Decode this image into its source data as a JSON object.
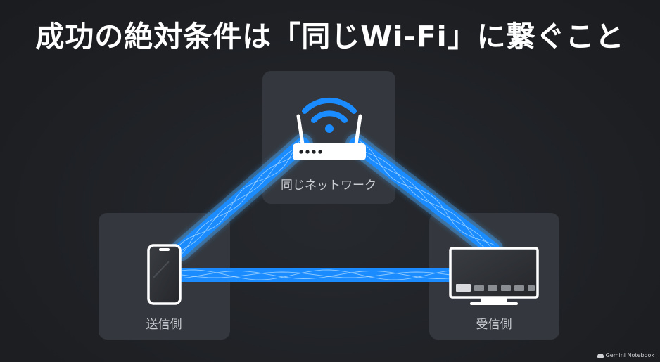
{
  "title": "成功の絶対条件は「同じWi-Fi」に繋ぐこと",
  "nodes": {
    "router": {
      "label": "同じネットワーク",
      "icon": "wifi-router-icon"
    },
    "sender": {
      "label": "送信側",
      "icon": "smartphone-icon"
    },
    "receiver": {
      "label": "受信側",
      "icon": "tv-icon"
    }
  },
  "links": [
    {
      "from": "sender",
      "to": "router"
    },
    {
      "from": "router",
      "to": "receiver"
    },
    {
      "from": "sender",
      "to": "receiver"
    }
  ],
  "colors": {
    "background": "#1e2024",
    "card": "#34373d",
    "beam": "#1a8cff",
    "beam_glow": "#46a8ff",
    "text": "#ffffff",
    "label": "#c9ccd1"
  },
  "footer": {
    "text": "Gemini Notebook"
  }
}
